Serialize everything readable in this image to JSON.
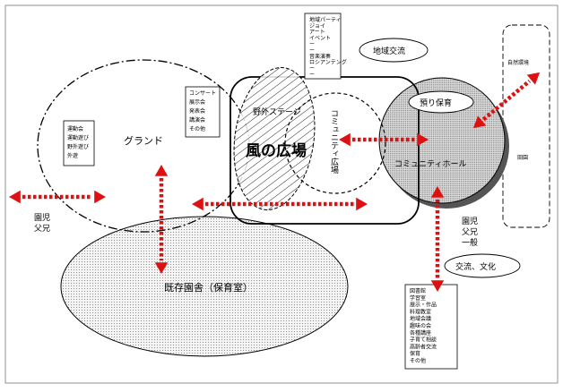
{
  "labels": {
    "ground": "グランド",
    "kaze_no_hiroba": "風の広場",
    "outdoor_stage": "野外ステージ",
    "community_plaza": "コミュニティ広場",
    "community_hall": "コミュニティホール",
    "temporary_care": "預り保育",
    "existing_building": "既存園舎（保育室）",
    "regional_exchange": "地域交流",
    "exchange_culture": "交流、文化",
    "nature_env": "自然環境",
    "fields": "田園",
    "parents_left": [
      "園児",
      "父兄"
    ],
    "parents_general": [
      "園児",
      "父兄",
      "一般"
    ]
  },
  "lists": {
    "events_top": [
      "地域パーティ",
      "ジョイ",
      "アート",
      "イベント",
      "ー",
      "ー",
      "音楽演奏",
      "ロシアンテング",
      "ー",
      "ー"
    ],
    "concert_box": [
      "コンサート",
      "展示会",
      "発表会",
      "講演会",
      "その他"
    ],
    "ground_box": [
      "運動会",
      "運動遊び",
      "野外遊び",
      "外遊"
    ],
    "culture_box": [
      "図書館",
      "学習室",
      "展示・作品",
      "料理教室",
      "地域会議",
      "趣味の会",
      "各種講座",
      "子育て相談",
      "高齢者交流",
      "保育",
      "その他"
    ]
  },
  "colors": {
    "arrow": "#dd1111",
    "hall_fill": "#d0d0d0",
    "existing_fill": "#eeeeee",
    "line": "#000000"
  }
}
